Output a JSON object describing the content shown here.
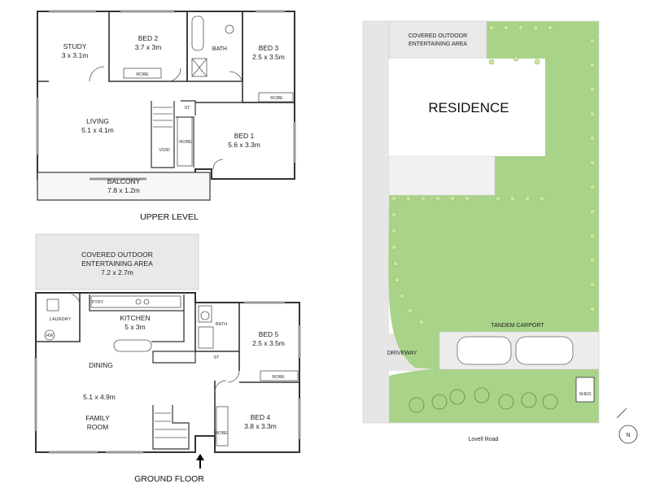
{
  "upper_level": {
    "title": "UPPER LEVEL",
    "study": {
      "name": "STUDY",
      "size": "3 x 3.1m"
    },
    "bed2": {
      "name": "BED 2",
      "size": "3.7 x 3m",
      "robe": "ROBE"
    },
    "bath": "BATH",
    "bed3": {
      "name": "BED 3",
      "size": "2.5 x 3.5m",
      "robe": "ROBE"
    },
    "living": {
      "name": "LIVING",
      "size": "5.1 x 4.1m"
    },
    "st": "ST",
    "void": "VOID",
    "robe": "ROBE",
    "bed1": {
      "name": "BED 1",
      "size": "5.6 x 3.3m"
    },
    "balcony": {
      "name": "BALCONY",
      "size": "7.8 x 1.2m"
    }
  },
  "ground_floor": {
    "title": "GROUND FLOOR",
    "covered": {
      "line1": "COVERED OUTDOOR",
      "line2": "ENTERTAINING AREA",
      "size": "7.2 x 2.7m"
    },
    "laundry": "LAUNDRY",
    "hw": "HW",
    "ptry": "PTRY",
    "kitchen": {
      "name": "KITCHEN",
      "size": "5 x 3m"
    },
    "bath": "BATH",
    "st": "ST",
    "bed5": {
      "name": "BED 5",
      "size": "2.5 x 3.5m",
      "robe": "ROBE"
    },
    "dining": "DINING",
    "family": {
      "size": "5.1 x 4.9m",
      "line1": "FAMILY",
      "line2": "ROOM"
    },
    "robe": "ROBE",
    "bed4": {
      "name": "BED 4",
      "size": "3.8 x 3.3m"
    }
  },
  "site": {
    "covered_line1": "COVERED OUTDOOR",
    "covered_line2": "ENTERTAINING AREA",
    "residence": "RESIDENCE",
    "tandem_carport": "TANDEM CARPORT",
    "driveway": "DRIVEWAY",
    "shed": "SHED",
    "road": "Lovell Road",
    "north": "N"
  },
  "colors": {
    "lawn": "#a8d389",
    "paving": "#e6e6e6",
    "covered_area": "#e9e9e9",
    "wall": "#333333"
  }
}
